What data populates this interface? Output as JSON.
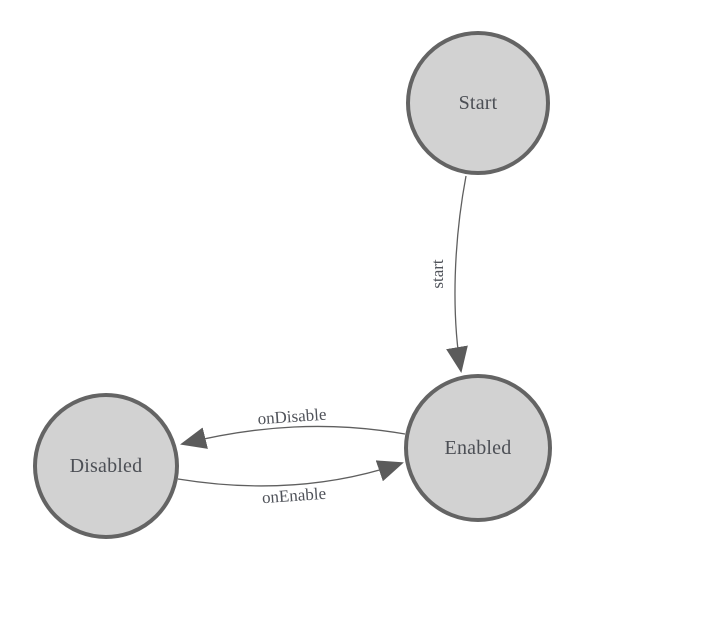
{
  "diagram": {
    "type": "state-machine",
    "background_color": "#ffffff",
    "node_fill_color": "#d2d2d2",
    "node_border_color": "#646464",
    "edge_color": "#5f5f5f",
    "arrowhead_color": "#5b5b5b",
    "label_color": "#50535a",
    "nodes": [
      {
        "id": "start",
        "label": "Start"
      },
      {
        "id": "enabled",
        "label": "Enabled"
      },
      {
        "id": "disabled",
        "label": "Disabled"
      }
    ],
    "edges": [
      {
        "from": "Start",
        "to": "Enabled",
        "label": "start"
      },
      {
        "from": "Enabled",
        "to": "Disabled",
        "label": "onDisable"
      },
      {
        "from": "Disabled",
        "to": "Enabled",
        "label": "onEnable"
      }
    ]
  }
}
